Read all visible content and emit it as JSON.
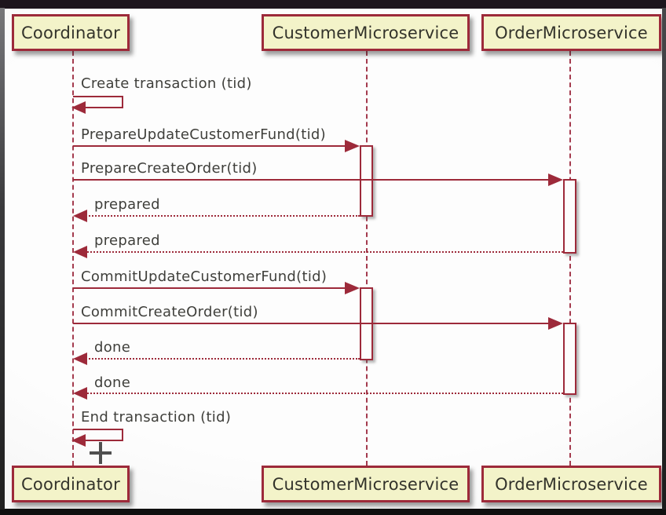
{
  "diagram": {
    "type": "sequence",
    "participants": [
      {
        "id": "coordinator",
        "name": "Coordinator"
      },
      {
        "id": "customer-microservice",
        "name": "CustomerMicroservice"
      },
      {
        "id": "order-microservice",
        "name": "OrderMicroservice"
      }
    ],
    "messages": [
      {
        "label": "Create transaction (tid)",
        "kind": "self",
        "from": "Coordinator",
        "to": "Coordinator"
      },
      {
        "label": "PrepareUpdateCustomerFund(tid)",
        "kind": "call",
        "from": "Coordinator",
        "to": "CustomerMicroservice"
      },
      {
        "label": "PrepareCreateOrder(tid)",
        "kind": "call",
        "from": "Coordinator",
        "to": "OrderMicroservice"
      },
      {
        "label": "prepared",
        "kind": "return",
        "from": "CustomerMicroservice",
        "to": "Coordinator"
      },
      {
        "label": "prepared",
        "kind": "return",
        "from": "OrderMicroservice",
        "to": "Coordinator"
      },
      {
        "label": "CommitUpdateCustomerFund(tid)",
        "kind": "call",
        "from": "Coordinator",
        "to": "CustomerMicroservice"
      },
      {
        "label": "CommitCreateOrder(tid)",
        "kind": "call",
        "from": "Coordinator",
        "to": "OrderMicroservice"
      },
      {
        "label": "done",
        "kind": "return",
        "from": "CustomerMicroservice",
        "to": "Coordinator"
      },
      {
        "label": "done",
        "kind": "return",
        "from": "OrderMicroservice",
        "to": "Coordinator"
      },
      {
        "label": "End transaction (tid)",
        "kind": "self",
        "from": "Coordinator",
        "to": "Coordinator"
      }
    ],
    "colors": {
      "participant_fill": "#f3f3c9",
      "participant_border": "#9d2a3a",
      "arrow": "#9d2a3a",
      "lifeline": "#a43b4e",
      "message_text": "#3f3f3b",
      "activation_fill": "#fdfdfd",
      "canvas_background": "#f9f9f9"
    },
    "cursor": {
      "shape": "cross"
    }
  }
}
